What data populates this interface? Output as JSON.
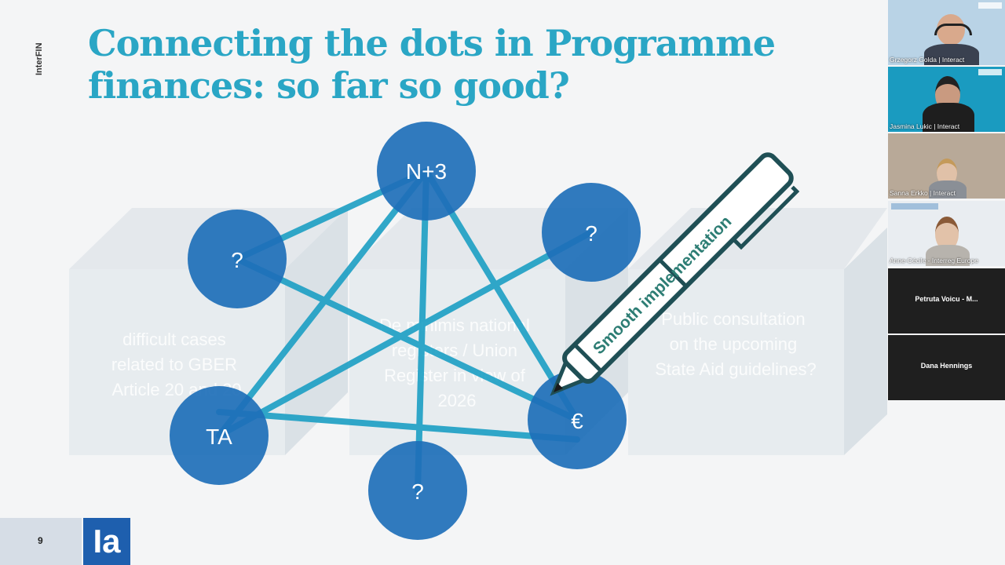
{
  "slide": {
    "side_label": "InterFIN",
    "title_line1": "Connecting the dots in Programme",
    "title_line2": "finances: so far so good?",
    "page_number": "9",
    "logo_text": "Ia"
  },
  "boxes": [
    {
      "lines": [
        "difficult cases",
        "related to GBER",
        "Article 20 and 20"
      ]
    },
    {
      "lines": [
        "De minimis national",
        "registers / Union",
        "Register in view of",
        "2026"
      ]
    },
    {
      "lines": [
        "Public consultation",
        "on the upcoming",
        "State Aid guidelines?"
      ]
    }
  ],
  "nodes": [
    {
      "label": "N+3"
    },
    {
      "label": "?"
    },
    {
      "label": "?"
    },
    {
      "label": "TA"
    },
    {
      "label": "€"
    },
    {
      "label": "?"
    }
  ],
  "pen": {
    "text": "Smooth implementation"
  },
  "colors": {
    "title": "#2aa6c5",
    "node": "#1e6fb8",
    "line": "#1c9fc4",
    "pen": "#2d7d74",
    "logo": "#1e5fae"
  },
  "participants": [
    {
      "name": "Grzegorz Golda | Interact"
    },
    {
      "name": "Jasmina Lukic | Interact"
    },
    {
      "name": "Sanna Erkko | Interact"
    },
    {
      "name": "Anne-Cécile - Interreg Europe"
    },
    {
      "name": "Petruta Voicu - M..."
    },
    {
      "name": "Dana Hennings"
    }
  ]
}
